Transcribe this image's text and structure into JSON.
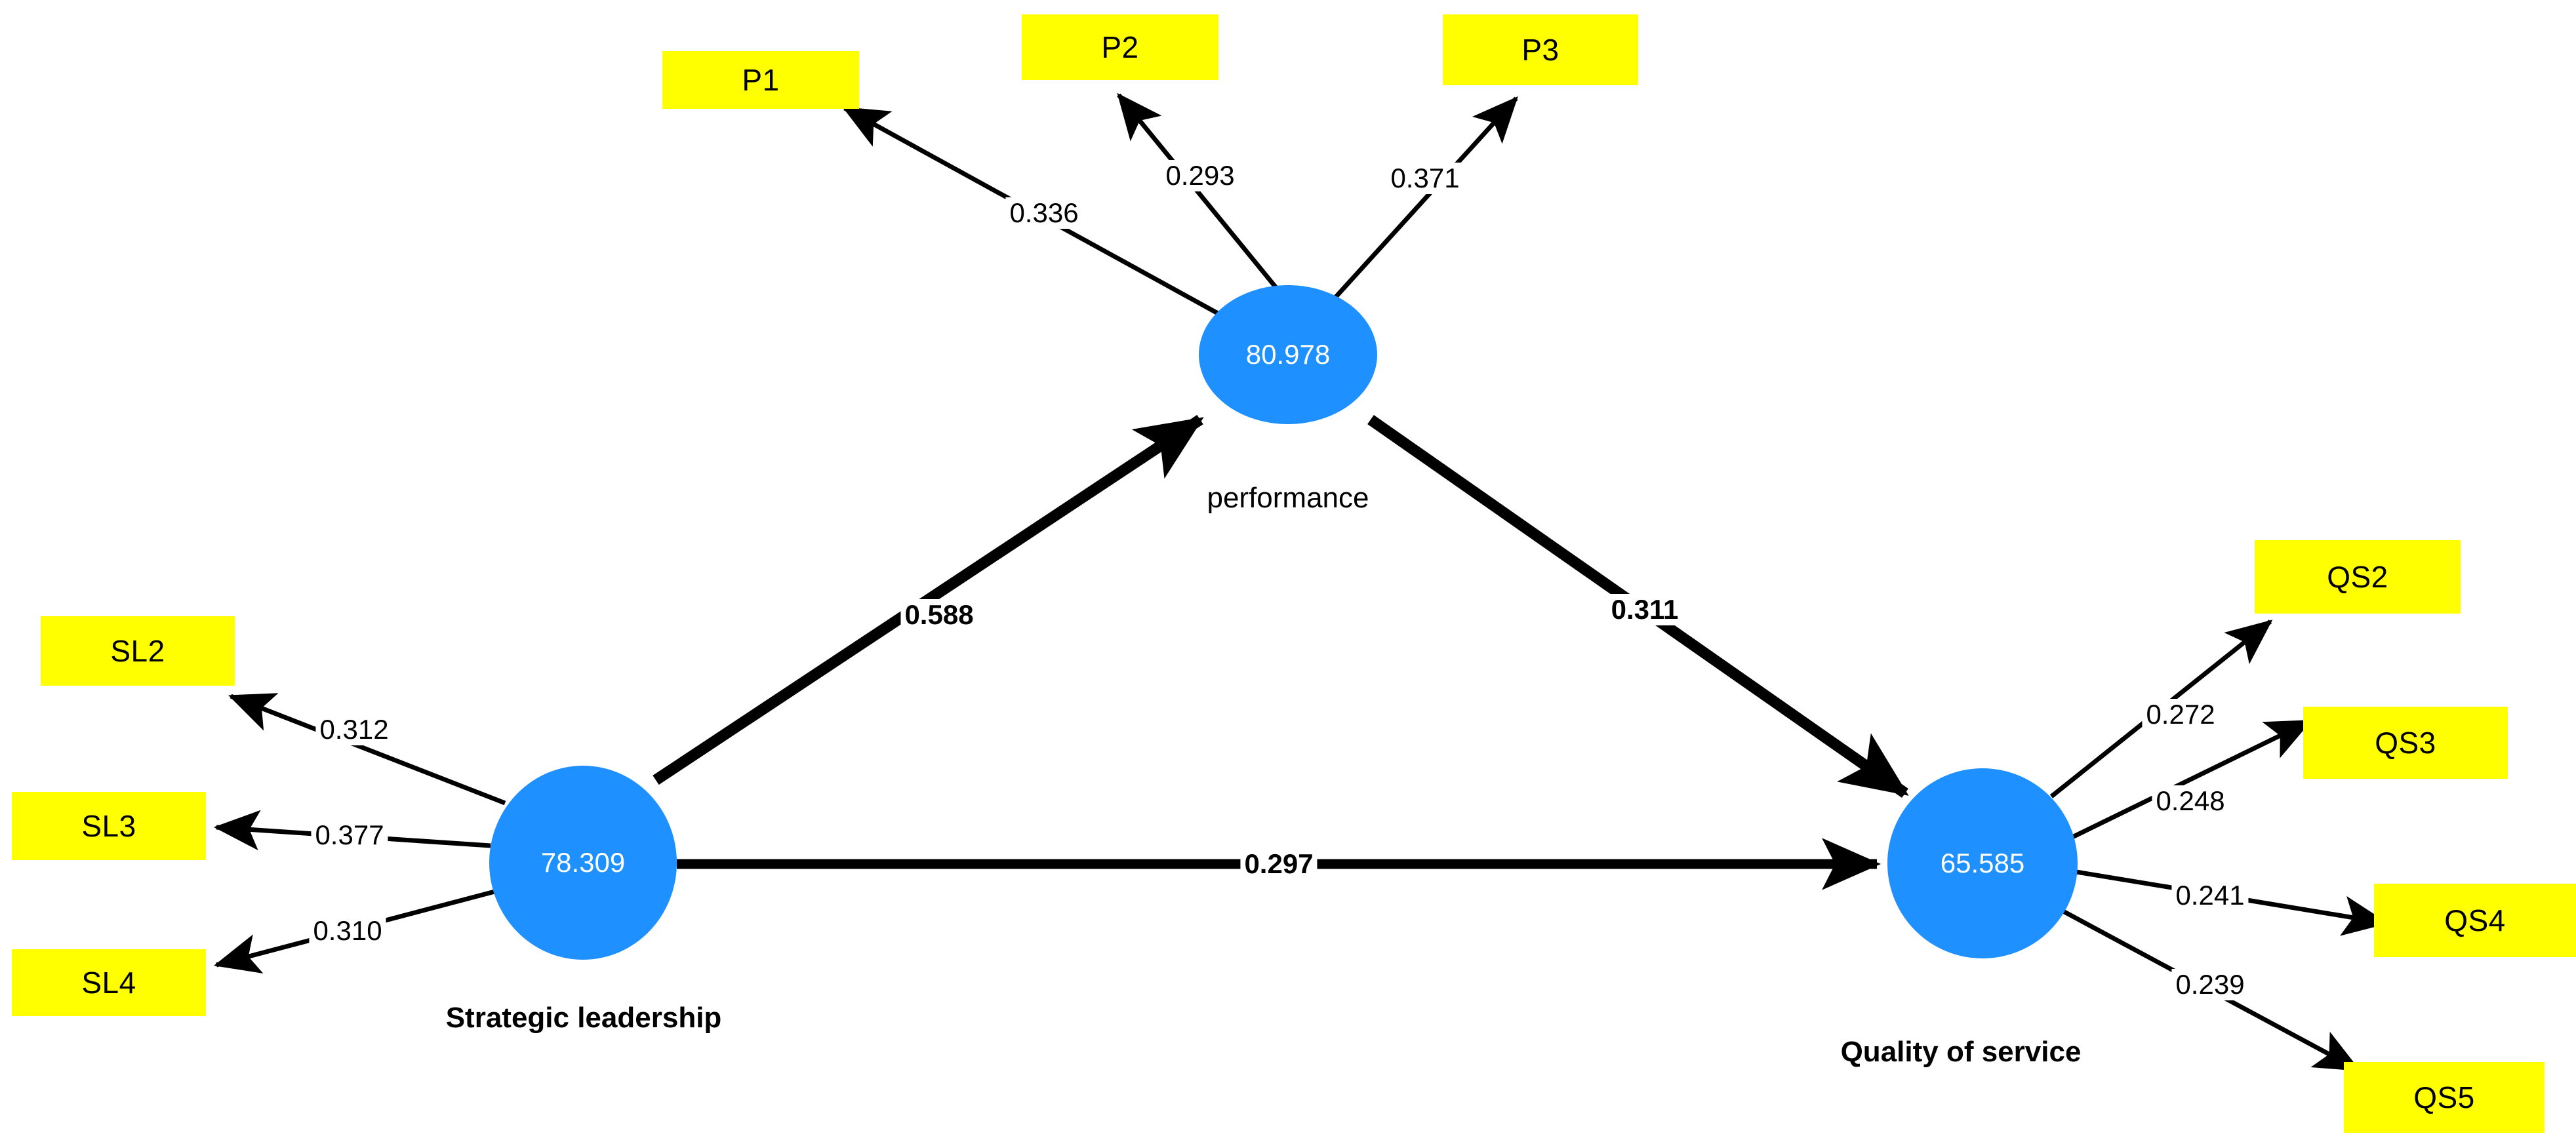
{
  "diagram": {
    "type": "structural-equation-model",
    "title": "",
    "background_color": "#FFFFFF",
    "indicator_color": "#FFFF00",
    "construct_color": "#1E90FF",
    "construct_text_color": "#FFFFFF",
    "arrow_color": "#000000"
  },
  "constructs": [
    {
      "id": "performance",
      "label": "performance",
      "value": "80.978",
      "label_weight": "regular"
    },
    {
      "id": "strategic_leadership",
      "label": "Strategic leadership",
      "value": "78.309",
      "label_weight": "bold"
    },
    {
      "id": "quality_of_service",
      "label": "Quality of service",
      "value": "65.585",
      "label_weight": "bold"
    }
  ],
  "indicators": [
    {
      "id": "P1",
      "label": "P1",
      "construct": "performance"
    },
    {
      "id": "P2",
      "label": "P2",
      "construct": "performance"
    },
    {
      "id": "P3",
      "label": "P3",
      "construct": "performance"
    },
    {
      "id": "SL2",
      "label": "SL2",
      "construct": "strategic_leadership"
    },
    {
      "id": "SL3",
      "label": "SL3",
      "construct": "strategic_leadership"
    },
    {
      "id": "SL4",
      "label": "SL4",
      "construct": "strategic_leadership"
    },
    {
      "id": "QS2",
      "label": "QS2",
      "construct": "quality_of_service"
    },
    {
      "id": "QS3",
      "label": "QS3",
      "construct": "quality_of_service"
    },
    {
      "id": "QS4",
      "label": "QS4",
      "construct": "quality_of_service"
    },
    {
      "id": "QS5",
      "label": "QS5",
      "construct": "quality_of_service"
    }
  ],
  "outer_loadings": [
    {
      "id": "perf_p1",
      "from": "performance",
      "to": "P1",
      "value": "0.336"
    },
    {
      "id": "perf_p2",
      "from": "performance",
      "to": "P2",
      "value": "0.293"
    },
    {
      "id": "perf_p3",
      "from": "performance",
      "to": "P3",
      "value": "0.371"
    },
    {
      "id": "sl_sl2",
      "from": "strategic_leadership",
      "to": "SL2",
      "value": "0.312"
    },
    {
      "id": "sl_sl3",
      "from": "strategic_leadership",
      "to": "SL3",
      "value": "0.377"
    },
    {
      "id": "sl_sl4",
      "from": "strategic_leadership",
      "to": "SL4",
      "value": "0.310"
    },
    {
      "id": "qs_qs2",
      "from": "quality_of_service",
      "to": "QS2",
      "value": "0.272"
    },
    {
      "id": "qs_qs3",
      "from": "quality_of_service",
      "to": "QS3",
      "value": "0.248"
    },
    {
      "id": "qs_qs4",
      "from": "quality_of_service",
      "to": "QS4",
      "value": "0.241"
    },
    {
      "id": "qs_qs5",
      "from": "quality_of_service",
      "to": "QS5",
      "value": "0.239"
    }
  ],
  "structural_paths": [
    {
      "id": "sl_to_perf",
      "from": "strategic_leadership",
      "to": "performance",
      "value": "0.588"
    },
    {
      "id": "perf_to_qs",
      "from": "performance",
      "to": "quality_of_service",
      "value": "0.311"
    },
    {
      "id": "sl_to_qs",
      "from": "strategic_leadership",
      "to": "quality_of_service",
      "value": "0.297"
    }
  ],
  "chart_data": {
    "type": "diagram",
    "title": "",
    "nodes": [
      {
        "name": "performance",
        "kind": "latent",
        "value": 80.978
      },
      {
        "name": "Strategic leadership",
        "kind": "latent",
        "value": 78.309
      },
      {
        "name": "Quality of service",
        "kind": "latent",
        "value": 65.585
      },
      {
        "name": "P1",
        "kind": "indicator"
      },
      {
        "name": "P2",
        "kind": "indicator"
      },
      {
        "name": "P3",
        "kind": "indicator"
      },
      {
        "name": "SL2",
        "kind": "indicator"
      },
      {
        "name": "SL3",
        "kind": "indicator"
      },
      {
        "name": "SL4",
        "kind": "indicator"
      },
      {
        "name": "QS2",
        "kind": "indicator"
      },
      {
        "name": "QS3",
        "kind": "indicator"
      },
      {
        "name": "QS4",
        "kind": "indicator"
      },
      {
        "name": "QS5",
        "kind": "indicator"
      }
    ],
    "edges": [
      {
        "source": "performance",
        "target": "P1",
        "weight": 0.336,
        "kind": "loading"
      },
      {
        "source": "performance",
        "target": "P2",
        "weight": 0.293,
        "kind": "loading"
      },
      {
        "source": "performance",
        "target": "P3",
        "weight": 0.371,
        "kind": "loading"
      },
      {
        "source": "Strategic leadership",
        "target": "SL2",
        "weight": 0.312,
        "kind": "loading"
      },
      {
        "source": "Strategic leadership",
        "target": "SL3",
        "weight": 0.377,
        "kind": "loading"
      },
      {
        "source": "Strategic leadership",
        "target": "SL4",
        "weight": 0.31,
        "kind": "loading"
      },
      {
        "source": "Quality of service",
        "target": "QS2",
        "weight": 0.272,
        "kind": "loading"
      },
      {
        "source": "Quality of service",
        "target": "QS3",
        "weight": 0.248,
        "kind": "loading"
      },
      {
        "source": "Quality of service",
        "target": "QS4",
        "weight": 0.241,
        "kind": "loading"
      },
      {
        "source": "Quality of service",
        "target": "QS5",
        "weight": 0.239,
        "kind": "loading"
      },
      {
        "source": "Strategic leadership",
        "target": "performance",
        "weight": 0.588,
        "kind": "path"
      },
      {
        "source": "performance",
        "target": "Quality of service",
        "weight": 0.311,
        "kind": "path"
      },
      {
        "source": "Strategic leadership",
        "target": "Quality of service",
        "weight": 0.297,
        "kind": "path"
      }
    ]
  }
}
